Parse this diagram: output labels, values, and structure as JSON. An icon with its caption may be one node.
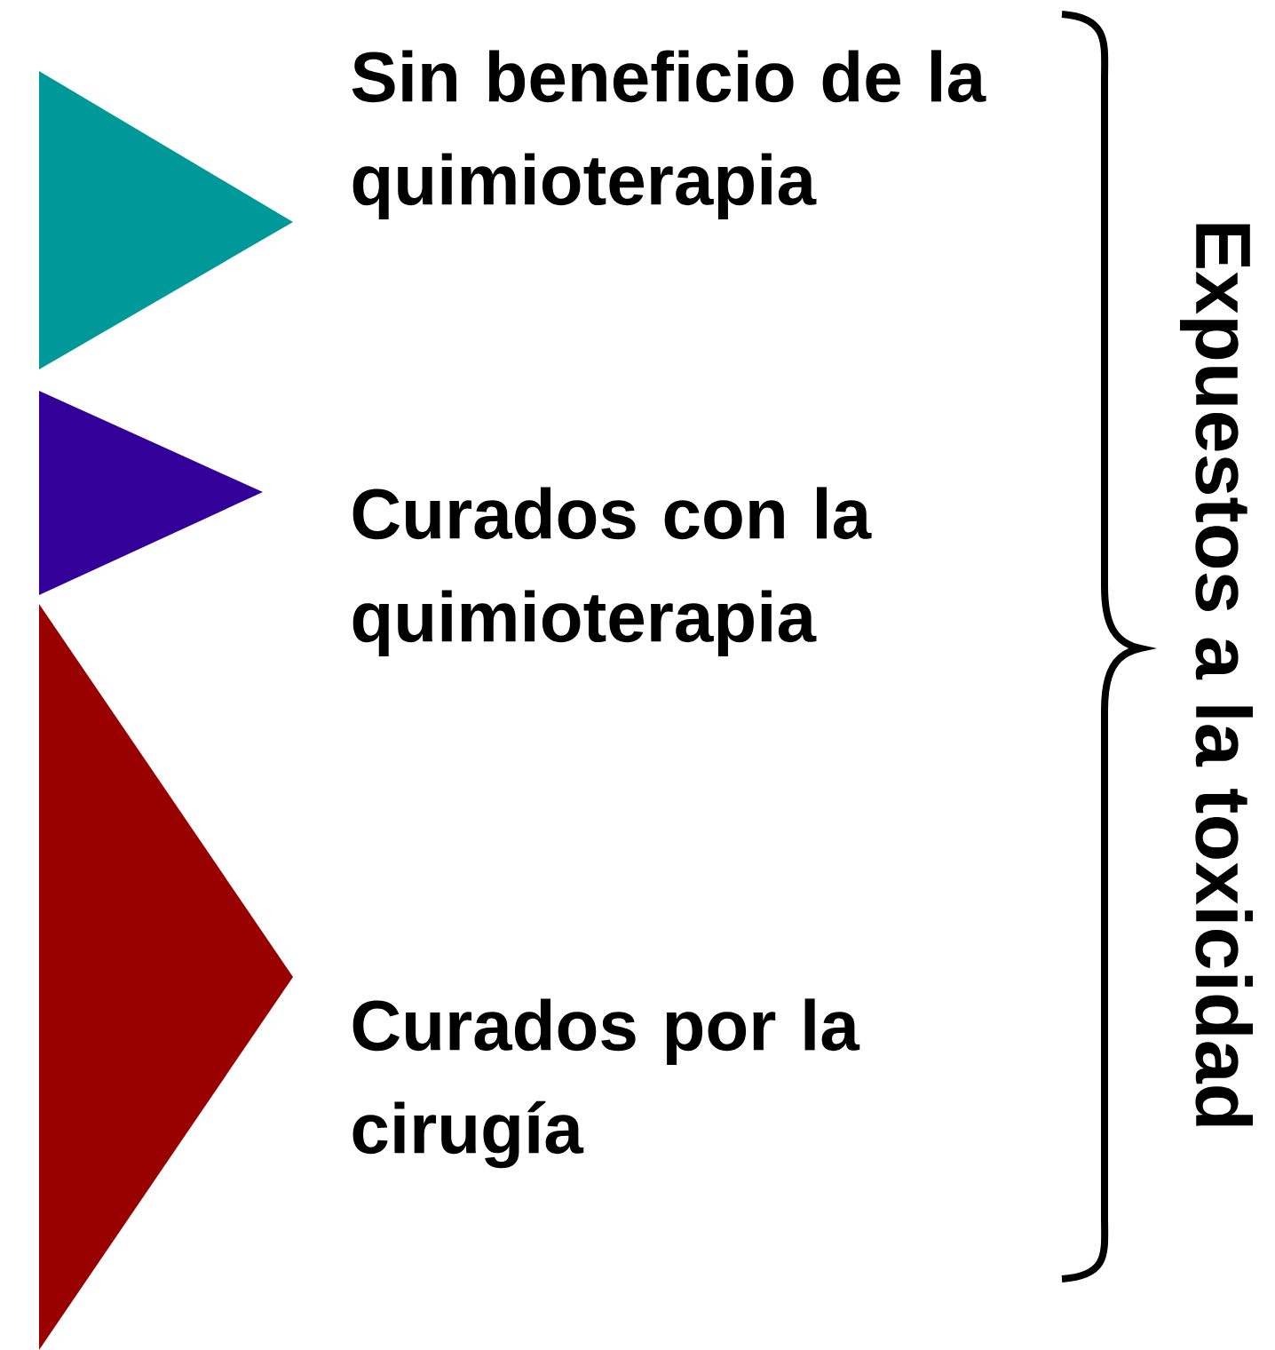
{
  "diagram": {
    "nodes": [
      {
        "text": [],
        "shape": "triangle",
        "beside": [
          "Sin beneficio de la quimioterapia"
        ]
      },
      {
        "text": [],
        "shape": "triangle",
        "beside": [
          "Curados con la quimioterapia"
        ]
      },
      {
        "text": [],
        "shape": "triangle",
        "beside": [
          "Curados por la cirugía"
        ]
      }
    ],
    "labels": [
      "Expuestos a la toxicidad"
    ]
  }
}
